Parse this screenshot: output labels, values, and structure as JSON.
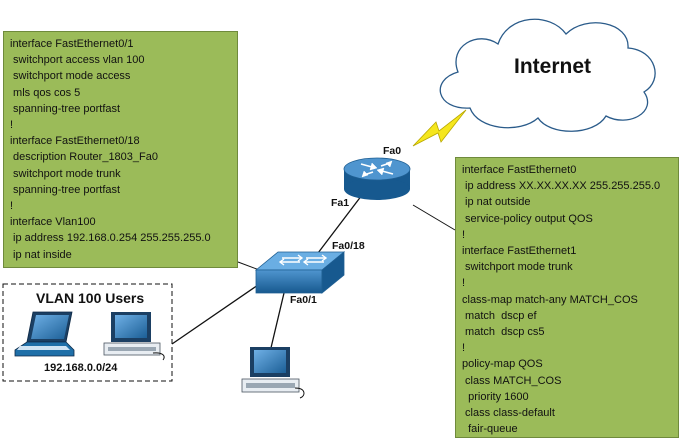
{
  "cloud": {
    "label": "Internet"
  },
  "interfaces": {
    "router_wan": "Fa0",
    "router_lan": "Fa1",
    "switch_uplink": "Fa0/18",
    "switch_access": "Fa0/1"
  },
  "vlan_group": {
    "title": "VLAN 100 Users",
    "subnet": "192.168.0.0/24"
  },
  "switch_config": {
    "lines": [
      "interface FastEthernet0/1",
      " switchport access vlan 100",
      " switchport mode access",
      " mls qos cos 5",
      " spanning-tree portfast",
      "!",
      "interface FastEthernet0/18",
      " description Router_1803_Fa0",
      " switchport mode trunk",
      " spanning-tree portfast",
      "!",
      "interface Vlan100",
      " ip address 192.168.0.254 255.255.255.0",
      " ip nat inside"
    ]
  },
  "router_config": {
    "lines": [
      "interface FastEthernet0",
      " ip address XX.XX.XX.XX 255.255.255.0",
      " ip nat outside",
      " service-policy output QOS",
      "!",
      "interface FastEthernet1",
      " switchport mode trunk",
      "!",
      "class-map match-any MATCH_COS",
      " match  dscp ef",
      " match  dscp cs5",
      "!",
      "policy-map QOS",
      " class MATCH_COS",
      "  priority 1600",
      " class class-default",
      "  fair-queue"
    ]
  },
  "colors": {
    "config_box": "#9bbb59",
    "device_blue": "#1f6fa8",
    "lightning": "#f5e61d"
  }
}
